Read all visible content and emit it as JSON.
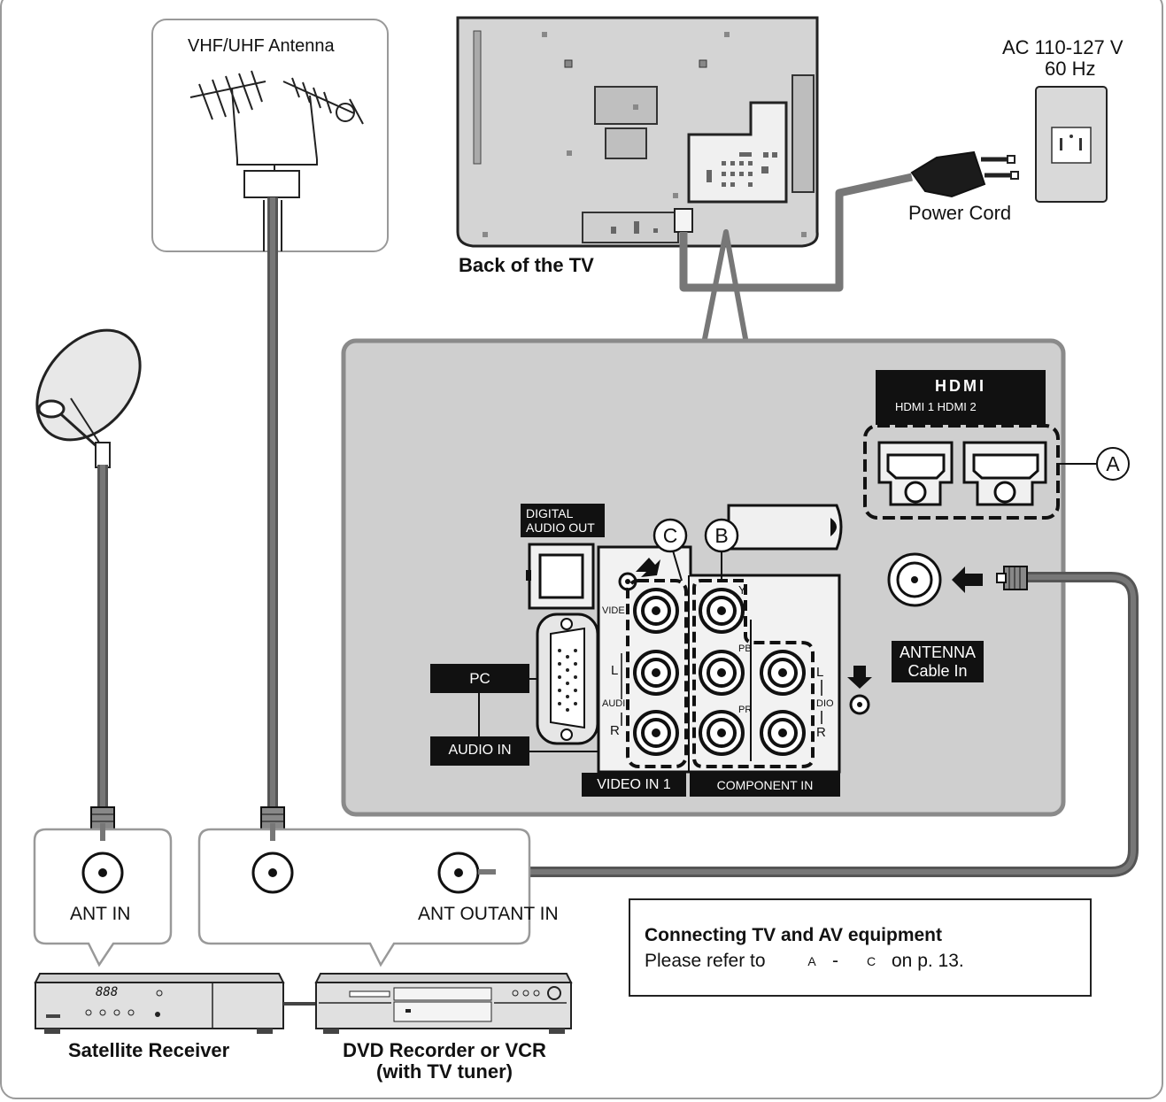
{
  "antenna": {
    "label": "VHF/UHF Antenna"
  },
  "tv_back": {
    "label": "Back of the TV"
  },
  "power": {
    "outlet_voltage": "AC 110-127 V",
    "outlet_freq": "60 Hz",
    "cord_label": "Power Cord"
  },
  "panel": {
    "hdmi_logo": "HDMI",
    "hdmi_ports": "HDMI 1 HDMI 2",
    "digital_audio_out": [
      "DIGITAL",
      "AUDIO OUT"
    ],
    "pc": "PC",
    "audio_in": "AUDIO IN",
    "video_in_1": "VIDEO IN 1",
    "component_in": "COMPONENT IN",
    "antenna_label": [
      "ANTENNA",
      "Cable In"
    ],
    "jack_labels": {
      "video": "VIDE",
      "l_left": "L",
      "audio_left": "AUDI",
      "r_left": "R",
      "y": "Y",
      "pb": "PB",
      "pr": "PR",
      "l_right": "L",
      "audio_right": "DIO",
      "r_right": "R"
    },
    "markers": {
      "a": "A",
      "b": "B",
      "c": "C"
    }
  },
  "devices": {
    "satellite_receiver": "Satellite Receiver",
    "satellite_ant_in": "ANT IN",
    "satellite_display": "888",
    "dvd_recorder": [
      "DVD Recorder or VCR",
      "(with TV tuner)"
    ],
    "dvd_ant_out_in": "ANT OUTANT IN"
  },
  "callout": {
    "title": "Connecting TV and AV equipment",
    "text_before": "Please refer to",
    "marker_a": "A",
    "dash": "-",
    "marker_c": "C",
    "text_after": "on p. 13."
  }
}
